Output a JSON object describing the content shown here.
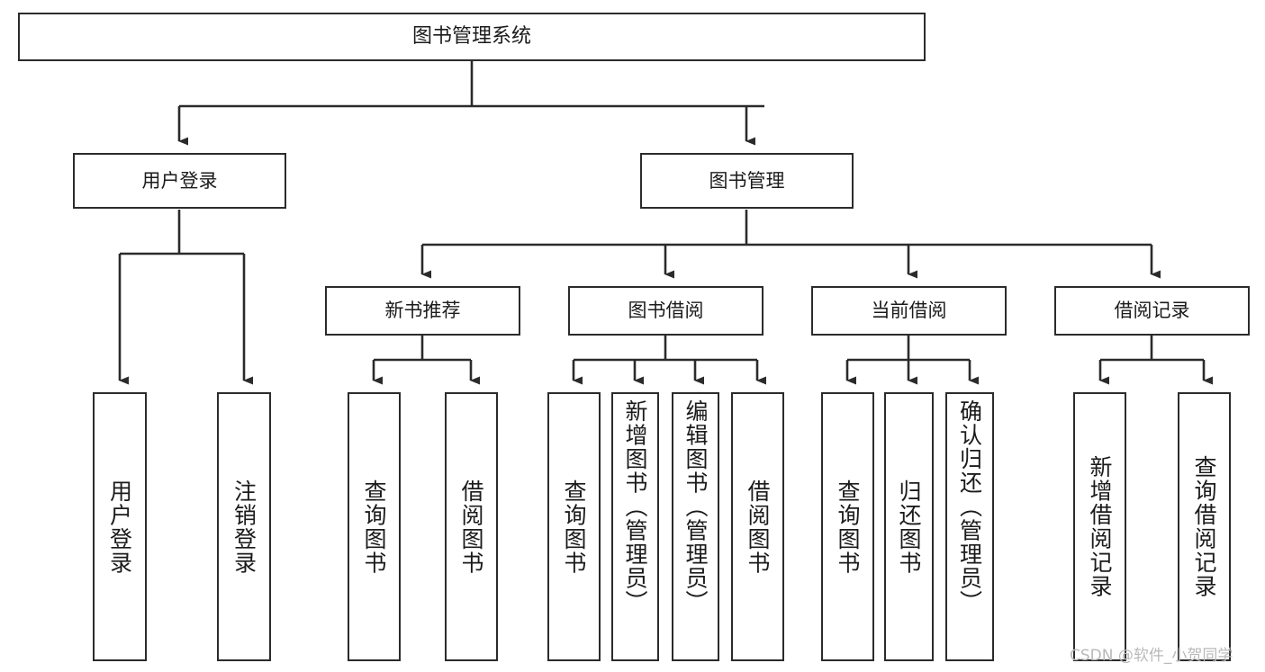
{
  "diagram": {
    "type": "tree-hierarchy",
    "title": "图书管理系统",
    "watermark": "CSDN @软件_小贺同学",
    "colors": {
      "stroke": "#2b2b2b",
      "fill": "#ffffff",
      "text": "#1b1b1b",
      "watermark": "#b9b9b9"
    },
    "nodes": {
      "root": {
        "label": "图书管理系统"
      },
      "level2": [
        {
          "id": "user-login",
          "label": "用户登录"
        },
        {
          "id": "book-management",
          "label": "图书管理"
        }
      ],
      "level3": [
        {
          "id": "new-book-recommend",
          "label": "新书推荐"
        },
        {
          "id": "book-borrow",
          "label": "图书借阅"
        },
        {
          "id": "current-borrow",
          "label": "当前借阅"
        },
        {
          "id": "borrow-record",
          "label": "借阅记录"
        }
      ],
      "leaves": {
        "user_login": [
          {
            "id": "leaf-user-login",
            "label": "用户登录"
          },
          {
            "id": "leaf-logout-login",
            "label": "注销登录"
          }
        ],
        "new_book_recommend": [
          {
            "id": "leaf-query-book-1",
            "label": "查询图书"
          },
          {
            "id": "leaf-borrow-book-1",
            "label": "借阅图书"
          }
        ],
        "book_borrow": [
          {
            "id": "leaf-query-book-2",
            "label": "查询图书"
          },
          {
            "id": "leaf-add-book",
            "label": "新增图书（管理员）"
          },
          {
            "id": "leaf-edit-book",
            "label": "编辑图书（管理员）"
          },
          {
            "id": "leaf-borrow-book-2",
            "label": "借阅图书"
          }
        ],
        "current_borrow": [
          {
            "id": "leaf-query-book-3",
            "label": "查询图书"
          },
          {
            "id": "leaf-return-book",
            "label": "归还图书"
          },
          {
            "id": "leaf-confirm-return",
            "label": "确认归还（管理员）"
          }
        ],
        "borrow_record": [
          {
            "id": "leaf-add-borrow-record",
            "label": "新增借阅记录"
          },
          {
            "id": "leaf-query-borrow-record",
            "label": "查询借阅记录"
          }
        ]
      }
    }
  }
}
